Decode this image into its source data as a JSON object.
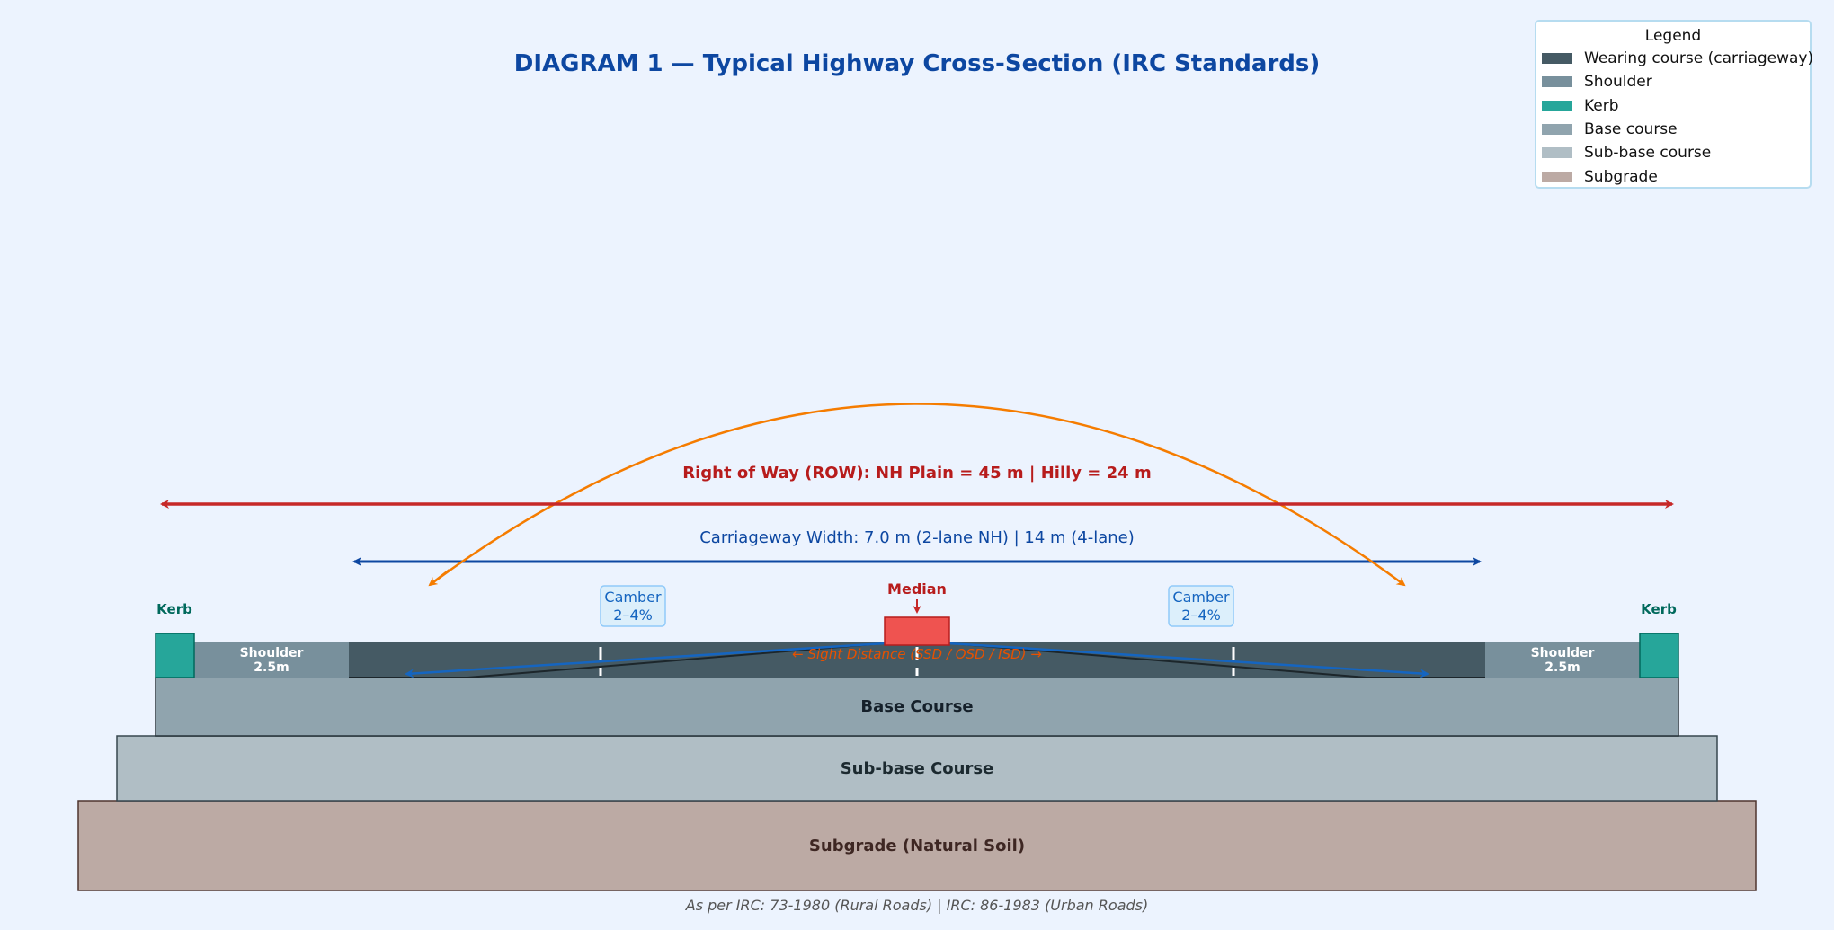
{
  "title": "DIAGRAM 1 — Typical Highway Cross-Section (IRC Standards)",
  "row_label": "Right of Way (ROW):  NH Plain = 45 m  |  Hilly = 24 m",
  "carriageway_label": "Carriageway Width:  7.0 m (2-lane NH)  |  14 m (4-lane)",
  "sight_distance_label": "← Sight Distance (SSD / OSD / ISD) →",
  "median_label": "Median",
  "kerb_label": "Kerb",
  "shoulder_label": "Shoulder",
  "shoulder_width": "2.5m",
  "camber_label": "Camber",
  "camber_value": "2–4%",
  "layers": {
    "base": "Base Course",
    "subbase": "Sub-base Course",
    "subgrade": "Subgrade (Natural Soil)"
  },
  "footnote": "As per IRC: 73-1980 (Rural Roads)  |  IRC: 86-1983 (Urban Roads)",
  "legend": {
    "title": "Legend",
    "items": [
      {
        "label": "Wearing course (carriageway)",
        "color": "#455a64"
      },
      {
        "label": "Shoulder",
        "color": "#78909c"
      },
      {
        "label": "Kerb",
        "color": "#26a69a"
      },
      {
        "label": "Base course",
        "color": "#90a4ae"
      },
      {
        "label": "Sub-base course",
        "color": "#b0bec5"
      },
      {
        "label": "Subgrade",
        "color": "#bcaaa4"
      }
    ]
  },
  "colors": {
    "background": "#ecf3fe",
    "title": "#0d47a1",
    "row_arrow": "#c62828",
    "carriageway_arrow": "#0d47a1",
    "sight_arc": "#f57c00",
    "median": "#ef5350",
    "kerb_text": "#00695c",
    "camber_text": "#1565c0"
  }
}
